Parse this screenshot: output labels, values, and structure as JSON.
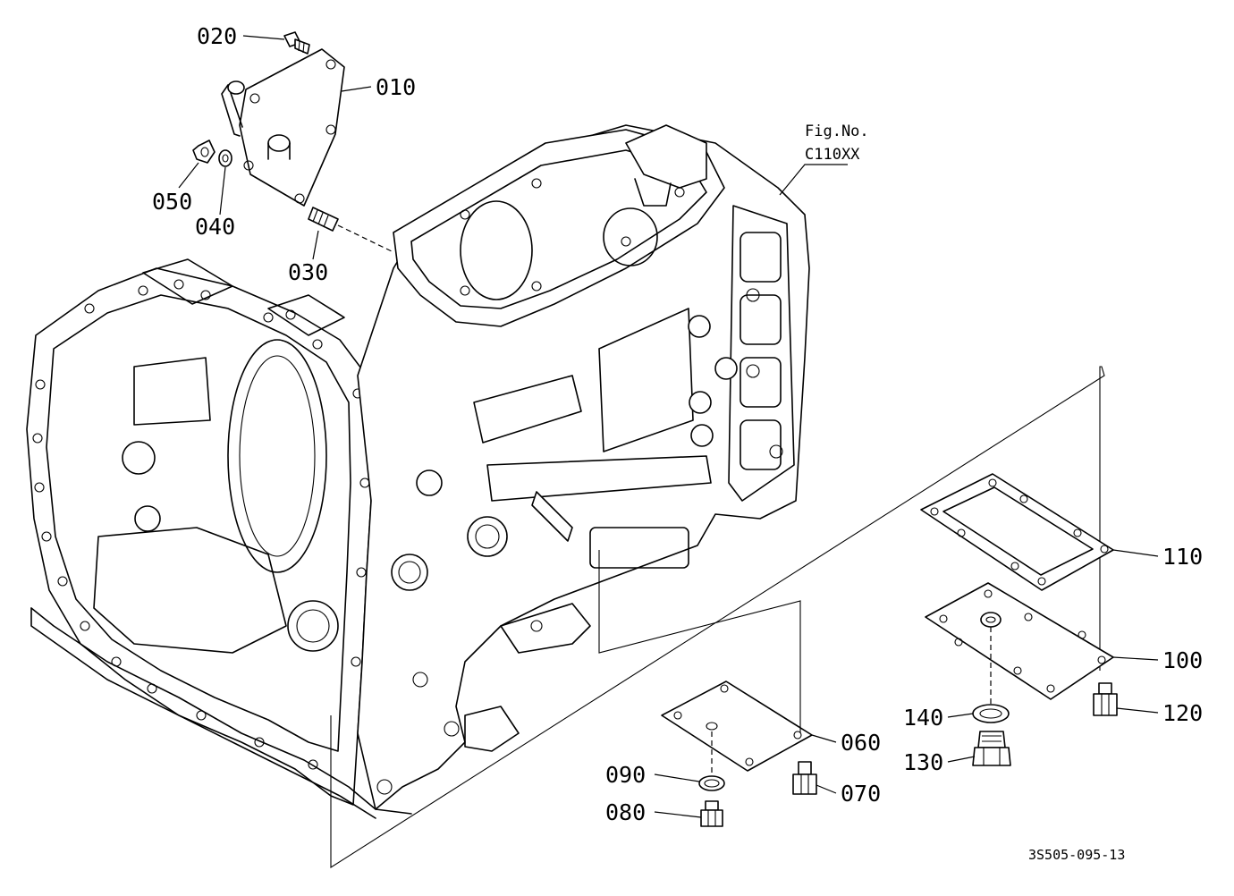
{
  "figure": {
    "fig_no_line1": "Fig.No.",
    "fig_no_line2": "C110XX",
    "doc_code": "3S505-095-13"
  },
  "parts": [
    {
      "id": "p010",
      "label": "010"
    },
    {
      "id": "p020",
      "label": "020"
    },
    {
      "id": "p030",
      "label": "030"
    },
    {
      "id": "p040",
      "label": "040"
    },
    {
      "id": "p050",
      "label": "050"
    },
    {
      "id": "p060",
      "label": "060"
    },
    {
      "id": "p070",
      "label": "070"
    },
    {
      "id": "p080",
      "label": "080"
    },
    {
      "id": "p090",
      "label": "090"
    },
    {
      "id": "p100",
      "label": "100"
    },
    {
      "id": "p110",
      "label": "110"
    },
    {
      "id": "p120",
      "label": "120"
    },
    {
      "id": "p130",
      "label": "130"
    },
    {
      "id": "p140",
      "label": "140"
    }
  ]
}
